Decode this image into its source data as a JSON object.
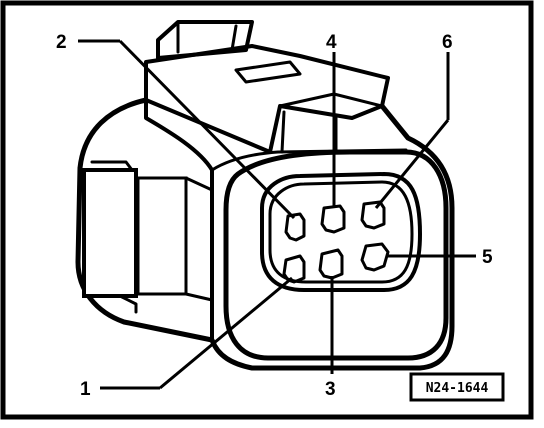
{
  "diagram": {
    "pin_labels": [
      {
        "id": "pin-1",
        "text": "1"
      },
      {
        "id": "pin-2",
        "text": "2"
      },
      {
        "id": "pin-3",
        "text": "3"
      },
      {
        "id": "pin-4",
        "text": "4"
      },
      {
        "id": "pin-5",
        "text": "5"
      },
      {
        "id": "pin-6",
        "text": "6"
      }
    ],
    "reference_code": "N24-1644"
  }
}
